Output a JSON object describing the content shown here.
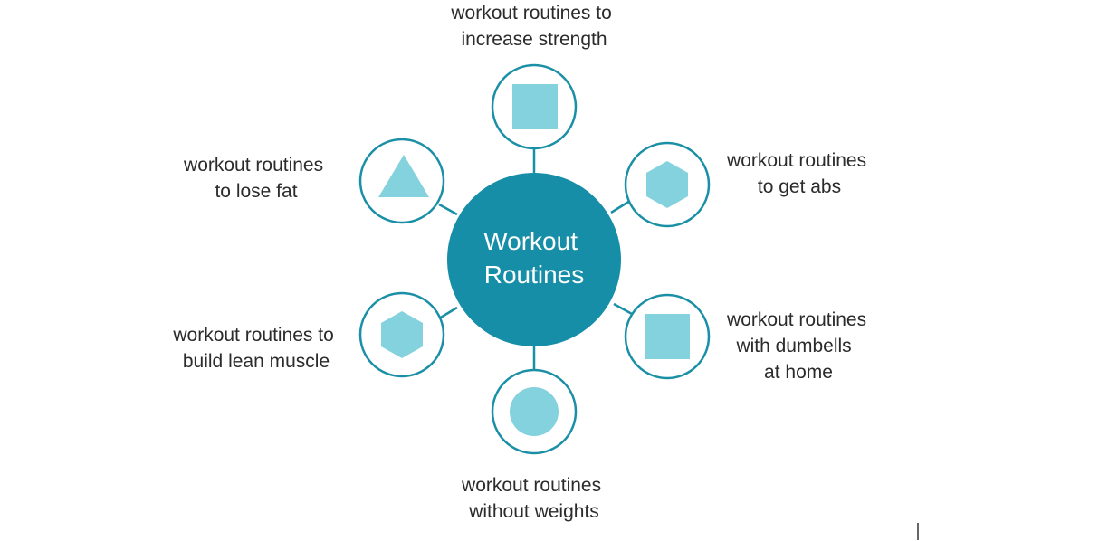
{
  "hub": {
    "title_lines": [
      "Workout",
      "Routines"
    ]
  },
  "nodes": [
    {
      "id": "increase-strength",
      "shape": "square",
      "label_lines": [
        "workout routines to",
        "increase strength"
      ]
    },
    {
      "id": "get-abs",
      "shape": "hexagon",
      "label_lines": [
        "workout routines",
        "to get abs"
      ]
    },
    {
      "id": "dumbells-at-home",
      "shape": "square",
      "label_lines": [
        "workout routines",
        "with dumbells",
        "at home"
      ]
    },
    {
      "id": "without-weights",
      "shape": "circle",
      "label_lines": [
        "workout routines",
        "without weights"
      ]
    },
    {
      "id": "build-lean-muscle",
      "shape": "hexagon",
      "label_lines": [
        "workout routines to",
        "build lean muscle"
      ]
    },
    {
      "id": "lose-fat",
      "shape": "triangle",
      "label_lines": [
        "workout routines",
        "to lose fat"
      ]
    }
  ],
  "colors": {
    "hub_fill": "#178ea7",
    "ring_stroke": "#1a8fa6",
    "shape_fill": "#84d2de",
    "label_text": "#2b2b2b"
  }
}
